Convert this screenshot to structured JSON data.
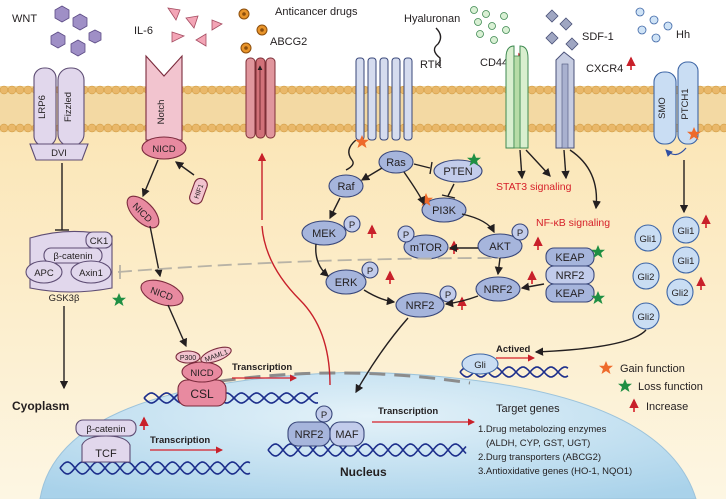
{
  "ligands": {
    "wnt": "WNT",
    "il6": "IL-6",
    "anticancer_drugs": "Anticancer drugs",
    "hyaluronan": "Hyaluronan",
    "sdf1": "SDF-1",
    "hh": "Hh"
  },
  "receptors": {
    "lrp6": "LRP6",
    "frizzled": "Fizzled",
    "dvl": "DVI",
    "notch": "Notch",
    "abcg2": "ABCG2",
    "rtk": "RTK",
    "cd44": "CD44",
    "cxcr4": "CXCR4",
    "smo": "SMO",
    "ptch1": "PTCH1"
  },
  "nodes": {
    "nicd": "NICD",
    "hif1": "HIF1",
    "ck1": "CK1",
    "beta_catenin": "β-catenin",
    "apc": "APC",
    "axin1": "Axin1",
    "gsk3b": "GSK3β",
    "ras": "Ras",
    "pten": "PTEN",
    "raf": "Raf",
    "pi3k": "PI3K",
    "mek": "MEK",
    "mtor": "mTOR",
    "akt": "AKT",
    "erk": "ERK",
    "nrf2": "NRF2",
    "keap": "KEAP",
    "gli1": "Gli1",
    "gli2": "Gli2",
    "gli": "Gli",
    "p": "P",
    "maf": "MAF",
    "csl": "CSL",
    "p300": "P300",
    "maml1": "MAML1",
    "tcf": "TCF"
  },
  "signals": {
    "stat3": "STAT3 signaling",
    "nfkb": "NF-κB signaling"
  },
  "labels": {
    "transcription": "Transcription",
    "actived": "Actived",
    "cytoplasm": "Cyoplasm",
    "nucleus": "Nucleus",
    "target_genes": "Target genes"
  },
  "target_genes": [
    "1.Drug metabolozing enzymes",
    "(ALDH, CYP, GST, UGT)",
    "2.Durg transporters  (ABCG2)",
    "3.Antioxidative genes (HO-1, NQO1)"
  ],
  "legend": {
    "gain": "Gain function",
    "loss": "Loss function",
    "increase": "Increase"
  },
  "colors": {
    "membrane_head": "#e9b86a",
    "cytoplasm": "#fdf0d2",
    "nucleus": "#cde6f3",
    "node_fill": "#a6b5dc",
    "gain": "#ee6a2b",
    "loss": "#1f8f43",
    "increase": "#d6202a",
    "stat3_text": "#d6202a"
  }
}
